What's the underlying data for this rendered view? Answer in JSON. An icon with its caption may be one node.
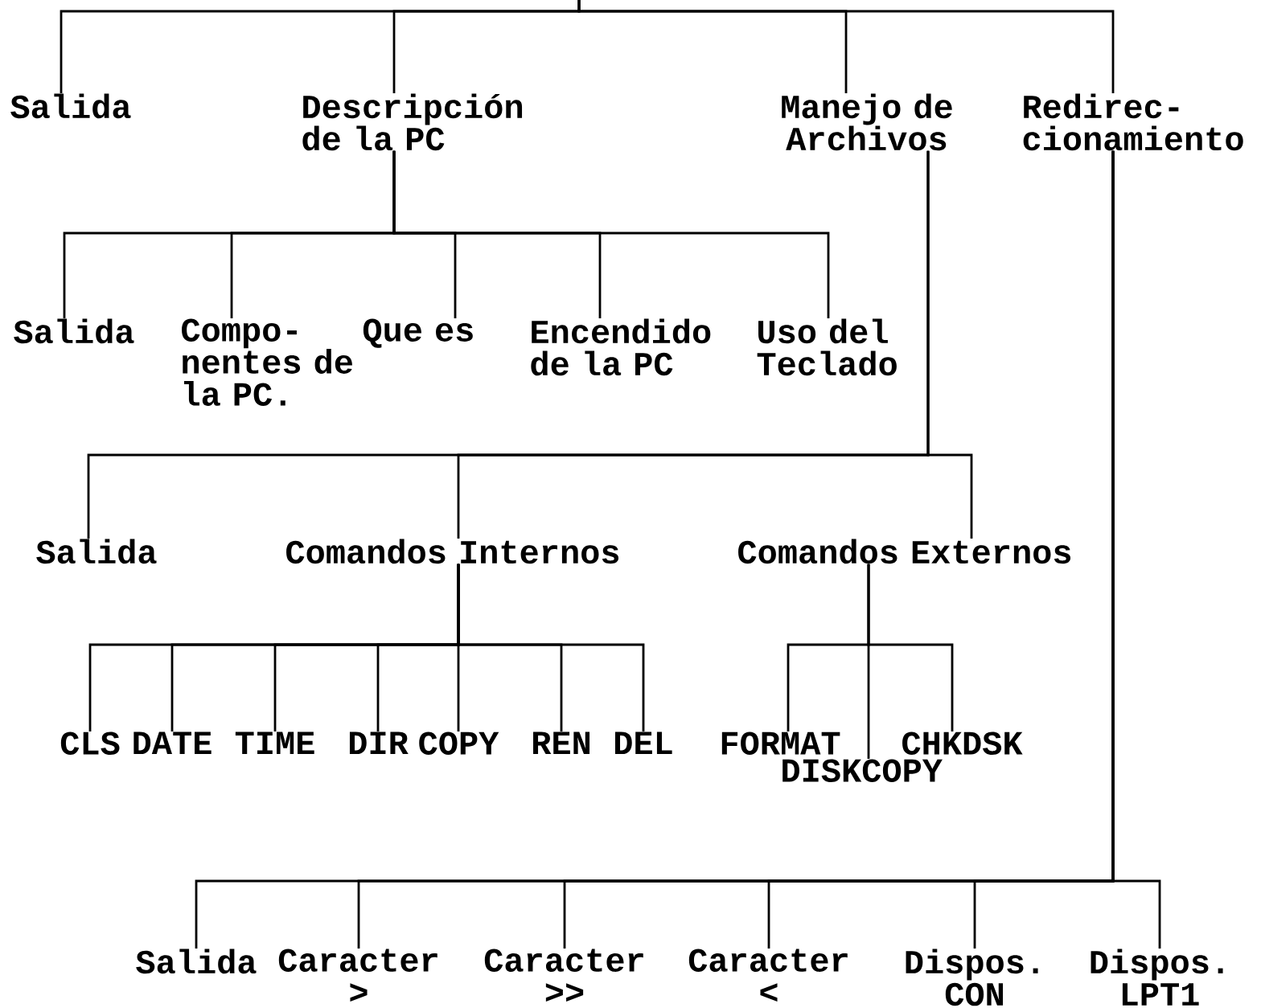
{
  "diagram": {
    "nodes": [
      {
        "text": [
          "Salida"
        ]
      },
      {
        "text": [
          "Descripción de la PC"
        ]
      },
      {
        "text": [
          "Manejo de Archivos"
        ]
      },
      {
        "text": [
          "Redirec- cionamiento"
        ]
      },
      {
        "text": [
          "Salida"
        ]
      },
      {
        "text": [
          "Compo- nentes de la PC."
        ]
      },
      {
        "text": [
          "Que es"
        ]
      },
      {
        "text": [
          "Encendido de la PC"
        ]
      },
      {
        "text": [
          "Uso del Teclado"
        ]
      },
      {
        "text": [
          "Salida"
        ]
      },
      {
        "text": [
          "Comandos Internos"
        ]
      },
      {
        "text": [
          "Comandos Externos"
        ]
      },
      {
        "text": [
          "CLS"
        ]
      },
      {
        "text": [
          "DATE"
        ]
      },
      {
        "text": [
          "TIME"
        ]
      },
      {
        "text": [
          "DIR"
        ]
      },
      {
        "text": [
          "COPY"
        ]
      },
      {
        "text": [
          "REN"
        ]
      },
      {
        "text": [
          "DEL"
        ]
      },
      {
        "text": [
          "FORMAT"
        ]
      },
      {
        "text": [
          "DISKCOPY"
        ]
      },
      {
        "text": [
          "CHKDSK"
        ]
      },
      {
        "text": [
          "Salida"
        ]
      },
      {
        "text": [
          "Caracter >"
        ]
      },
      {
        "text": [
          "Caracter >>"
        ]
      },
      {
        "text": [
          "Caracter <"
        ]
      },
      {
        "text": [
          "Dispos. CON"
        ]
      },
      {
        "text": [
          "Dispos. LPT1"
        ]
      }
    ],
    "edges": [
      {
        "from": null,
        "to": 0,
        "arrow": "none"
      },
      {
        "from": null,
        "to": 1,
        "arrow": "none"
      },
      {
        "from": null,
        "to": 2,
        "arrow": "none"
      },
      {
        "from": null,
        "to": 3,
        "arrow": "none"
      },
      {
        "from": 1,
        "to": 4,
        "arrow": "none"
      },
      {
        "from": 1,
        "to": 5,
        "arrow": "none"
      },
      {
        "from": 1,
        "to": 6,
        "arrow": "none"
      },
      {
        "from": 1,
        "to": 7,
        "arrow": "none"
      },
      {
        "from": 1,
        "to": 8,
        "arrow": "none"
      },
      {
        "from": 2,
        "to": 9,
        "arrow": "none"
      },
      {
        "from": 2,
        "to": 10,
        "arrow": "none"
      },
      {
        "from": 2,
        "to": 11,
        "arrow": "none"
      },
      {
        "from": 10,
        "to": 12,
        "arrow": "none"
      },
      {
        "from": 10,
        "to": 13,
        "arrow": "none"
      },
      {
        "from": 10,
        "to": 14,
        "arrow": "none"
      },
      {
        "from": 10,
        "to": 15,
        "arrow": "none"
      },
      {
        "from": 10,
        "to": 16,
        "arrow": "none"
      },
      {
        "from": 10,
        "to": 17,
        "arrow": "none"
      },
      {
        "from": 10,
        "to": 18,
        "arrow": "none"
      },
      {
        "from": 11,
        "to": 19,
        "arrow": "none"
      },
      {
        "from": 11,
        "to": 20,
        "arrow": "none"
      },
      {
        "from": 11,
        "to": 21,
        "arrow": "none"
      },
      {
        "from": 3,
        "to": 22,
        "arrow": "none"
      },
      {
        "from": 3,
        "to": 23,
        "arrow": "none"
      },
      {
        "from": 3,
        "to": 24,
        "arrow": "none"
      },
      {
        "from": 3,
        "to": 25,
        "arrow": "none"
      },
      {
        "from": 3,
        "to": 26,
        "arrow": "none"
      },
      {
        "from": 3,
        "to": 27,
        "arrow": "none"
      }
    ]
  }
}
